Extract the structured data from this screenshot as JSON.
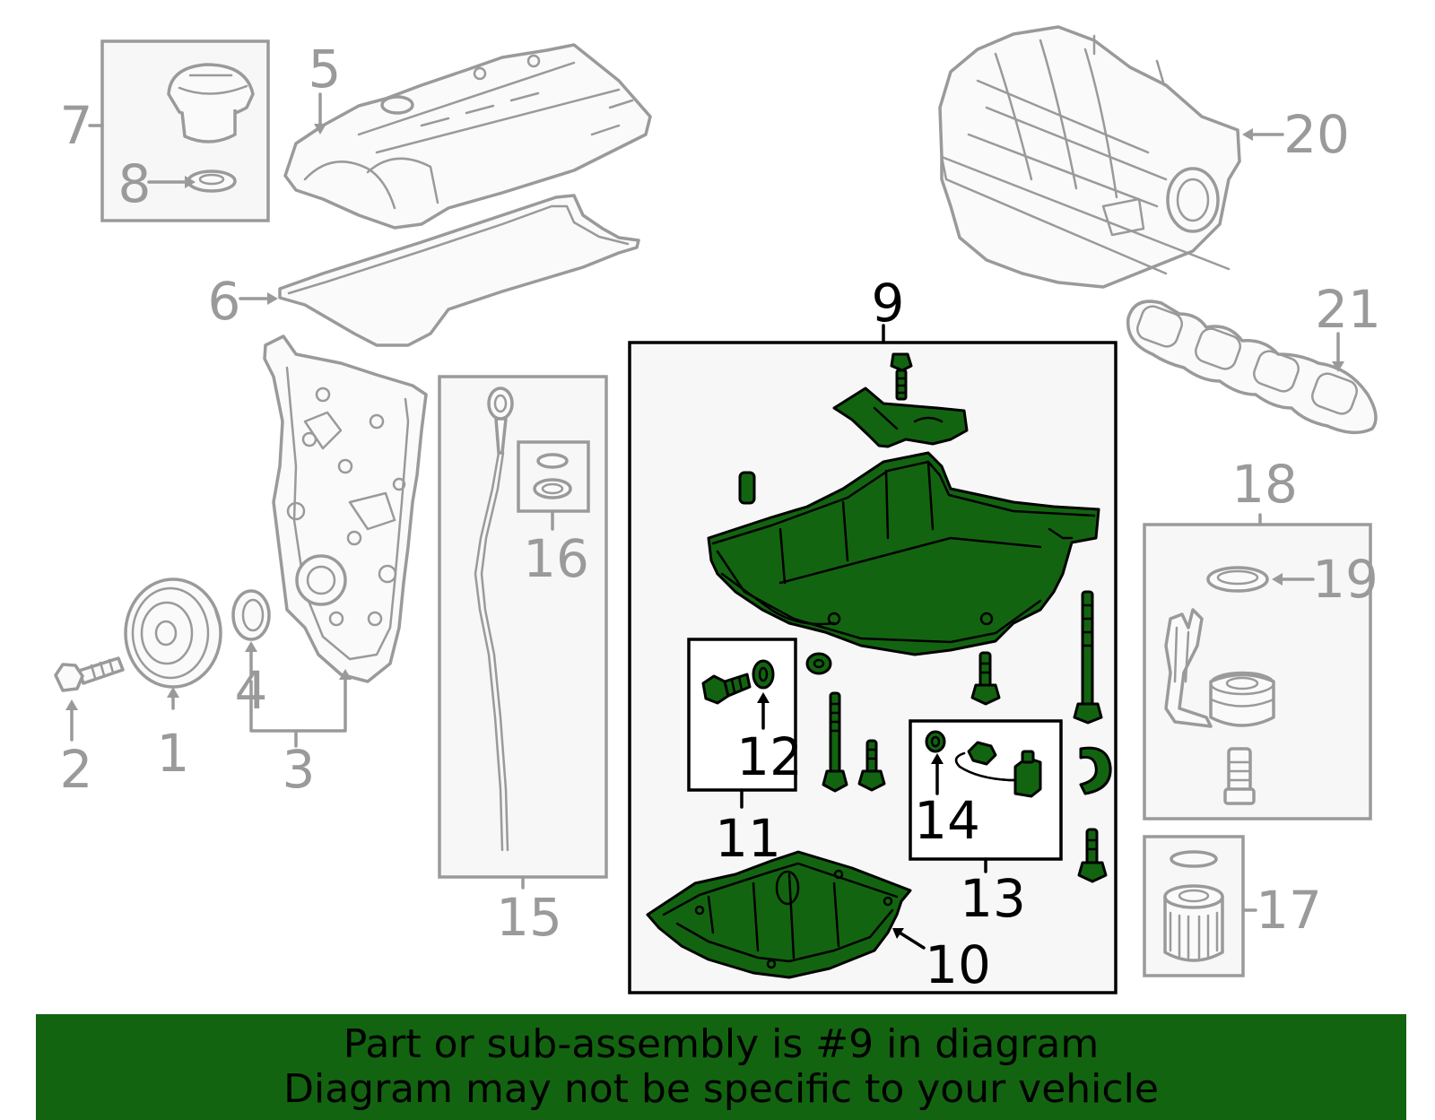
{
  "diagram": {
    "highlight_color": "#136410",
    "neutral_color": "#9a9a9a",
    "callouts": {
      "c1": "1",
      "c2": "2",
      "c3": "3",
      "c4": "4",
      "c5": "5",
      "c6": "6",
      "c7": "7",
      "c8": "8",
      "c9": "9",
      "c10": "10",
      "c11": "11",
      "c12": "12",
      "c13": "13",
      "c14": "14",
      "c15": "15",
      "c16": "16",
      "c17": "17",
      "c18": "18",
      "c19": "19",
      "c20": "20",
      "c21": "21"
    },
    "highlighted_callout": "9"
  },
  "banner": {
    "line1": "Part or sub-assembly is #9 in diagram",
    "line2": "Diagram may not be specific to your vehicle",
    "background": "#136410"
  }
}
